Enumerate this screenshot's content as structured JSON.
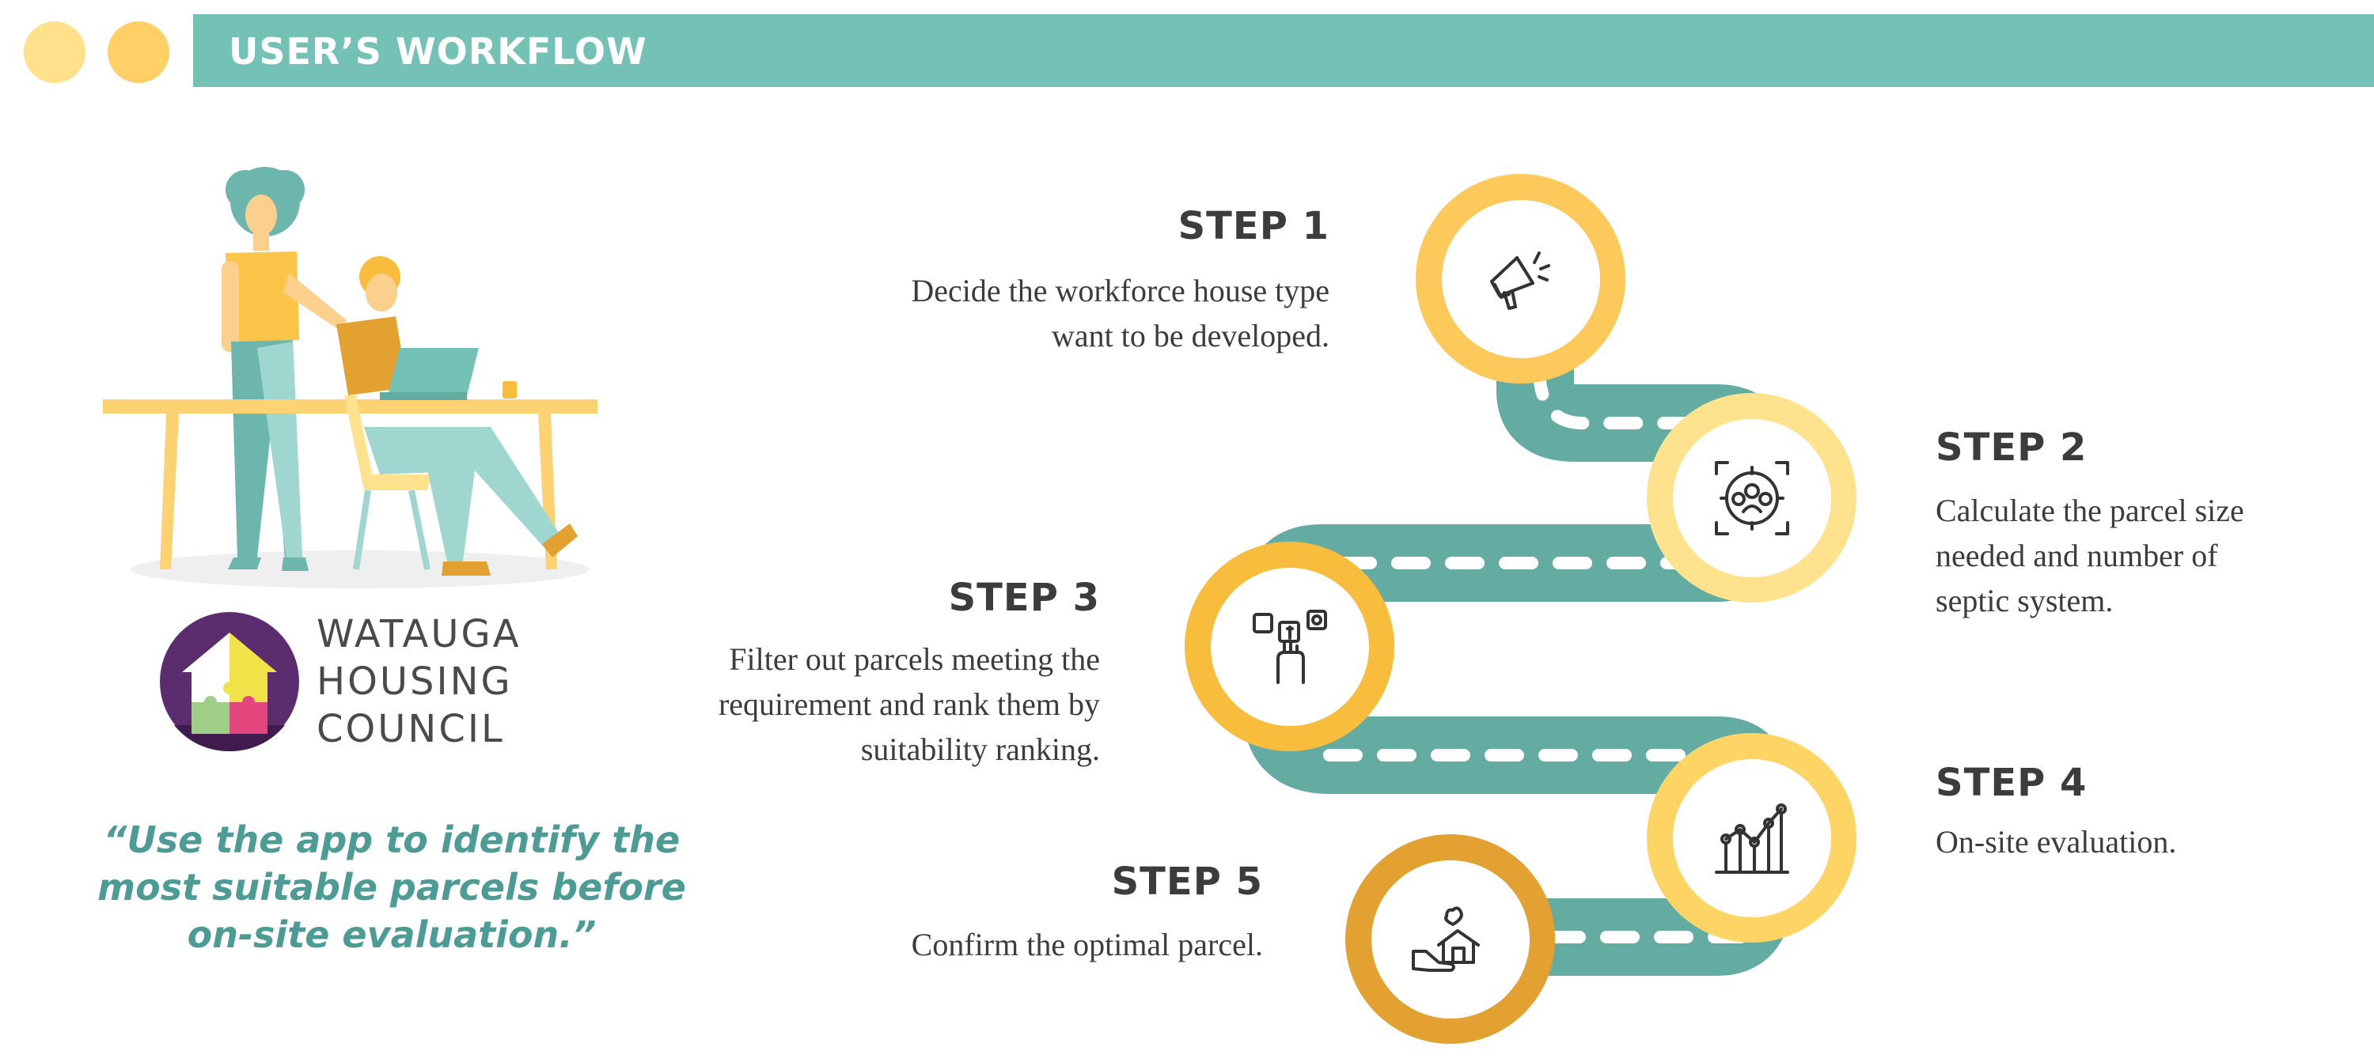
{
  "header": {
    "title": "USER’S WORKFLOW"
  },
  "logo": {
    "line1": "WATAUGA",
    "line2": "HOUSING",
    "line3": "COUNCIL"
  },
  "quote": "“Use the app to identify the most suitable parcels before on-site evaluation.”",
  "steps": [
    {
      "title": "STEP 1",
      "desc": "Decide the workforce house type want to be developed.",
      "icon": "megaphone-icon",
      "color": "#fcc95a"
    },
    {
      "title": "STEP 2",
      "desc": "Calculate the parcel size needed and number of septic system.",
      "icon": "target-group-icon",
      "color": "#fee28d"
    },
    {
      "title": "STEP 3",
      "desc": "Filter out parcels meeting the requirement and rank them by suitability ranking.",
      "icon": "social-media-hand-icon",
      "color": "#f8bd3c"
    },
    {
      "title": "STEP 4",
      "desc": "On-site evaluation.",
      "icon": "growth-chart-icon",
      "color": "#fed465"
    },
    {
      "title": "STEP 5",
      "desc": "Confirm the optimal parcel.",
      "icon": "hand-house-heart-icon",
      "color": "#e3a132"
    }
  ],
  "colors": {
    "banner": "#74c1b6",
    "road": "#64aca2",
    "quote": "#4c9c95"
  }
}
